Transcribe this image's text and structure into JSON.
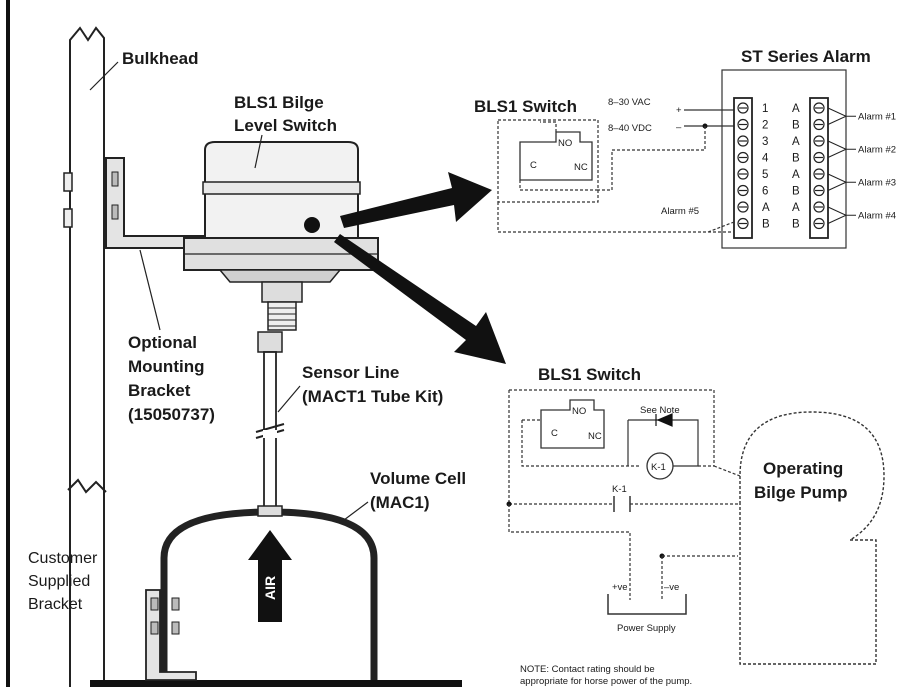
{
  "labels": {
    "bulkhead": "Bulkhead",
    "bls1_line1": "BLS1 Bilge",
    "bls1_line2": "Level Switch",
    "optional_1": "Optional",
    "optional_2": "Mounting",
    "optional_3": "Bracket",
    "optional_4": "(15050737)",
    "sensor_1": "Sensor Line",
    "sensor_2": "(MACT1 Tube Kit)",
    "volume_1": "Volume Cell",
    "volume_2": "(MAC1)",
    "customer_1": "Customer",
    "customer_2": "Supplied",
    "customer_3": "Bracket",
    "air": "AIR"
  },
  "alarm_panel": {
    "title": "ST Series Alarm",
    "switch_title": "BLS1 Switch",
    "no": "NO",
    "c": "C",
    "nc": "NC",
    "vac": "8–30 VAC",
    "vdc": "8–40 VDC",
    "plus": "+",
    "minus": "–",
    "alarm5": "Alarm #5",
    "left_terms": [
      "1",
      "2",
      "3",
      "4",
      "5",
      "6",
      "A",
      "B"
    ],
    "right_terms": [
      "A",
      "B",
      "A",
      "B",
      "A",
      "B",
      "A",
      "B"
    ],
    "alarms": [
      "Alarm #1",
      "Alarm #2",
      "Alarm #3",
      "Alarm #4"
    ]
  },
  "pump_panel": {
    "switch_title": "BLS1 Switch",
    "no": "NO",
    "c": "C",
    "nc": "NC",
    "see_note": "See Note",
    "k1": "K-1",
    "k1_contact": "K-1",
    "pump_1": "Operating",
    "pump_2": "Bilge Pump",
    "plus_ve": "+ve",
    "minus_ve": "–ve",
    "power_supply": "Power Supply",
    "note_1": "NOTE: Contact rating should be",
    "note_2": "appropriate for horse power of the pump."
  }
}
